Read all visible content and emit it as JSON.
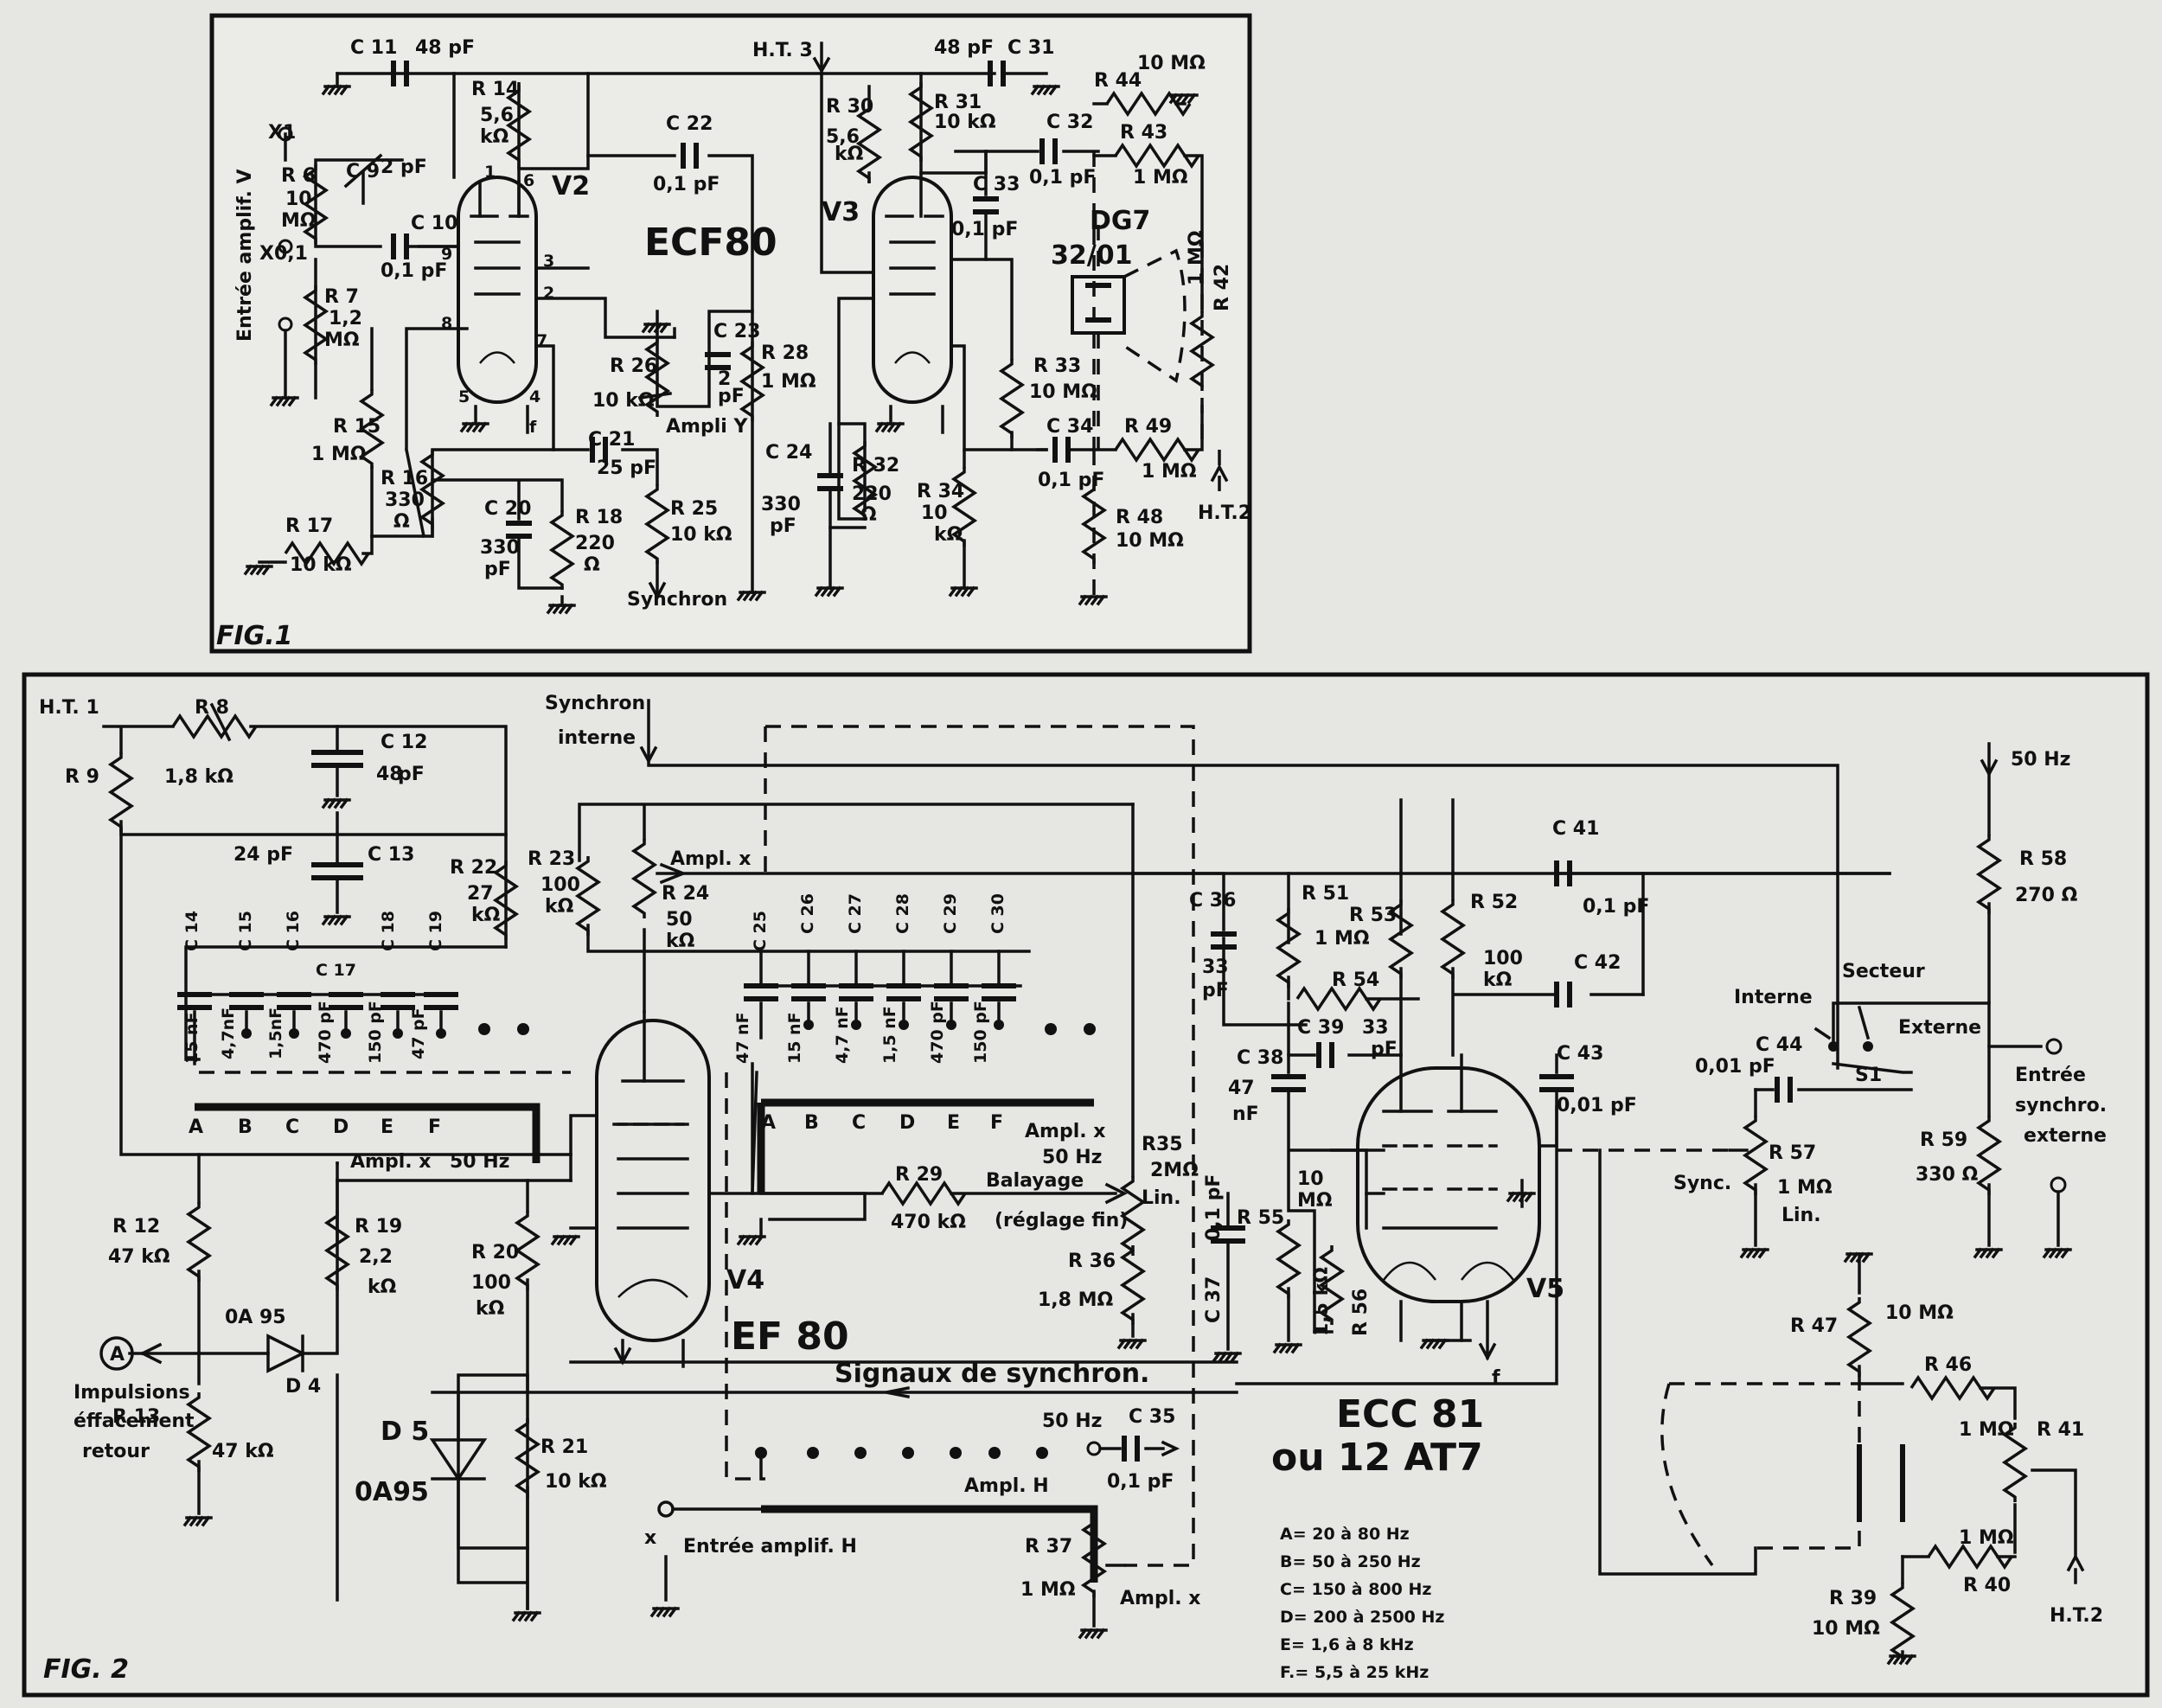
{
  "fig1": {
    "caption": "FIG.1",
    "tube_type": "ECF80",
    "crt_type": [
      "DG7",
      "32/01"
    ],
    "input_label": "Entrée amplif. V",
    "x1": "X1",
    "x01": "X0,1",
    "v2": "V2",
    "v3": "V3",
    "ht3": "H.T. 3",
    "ht2": "H.T.2",
    "ampli_y": "Ampli Y",
    "synchron": "Synchron",
    "components": [
      [
        "C 11",
        "48 pF"
      ],
      [
        "R 14",
        "5,6",
        "kΩ"
      ],
      [
        "C 22",
        "0,1 pF"
      ],
      [
        "48 pF",
        "C 31"
      ],
      [
        "R 30",
        "5,6",
        "kΩ"
      ],
      [
        "R 31",
        "10 kΩ"
      ],
      [
        "R 44",
        "10 MΩ"
      ],
      [
        "C 32",
        "0,1 pF"
      ],
      [
        "R 43",
        "1 MΩ"
      ],
      [
        "R 6",
        "10",
        "MΩ"
      ],
      [
        "C 9",
        "2 pF"
      ],
      [
        "C 10",
        "0,1 pF"
      ],
      [
        "C 33",
        "0,1 pF"
      ],
      [
        "R 7",
        "1,2",
        "MΩ"
      ],
      [
        "R 42",
        "1 MΩ"
      ],
      [
        "C 23",
        "2",
        "pF"
      ],
      [
        "R 28",
        "1 MΩ"
      ],
      [
        "R 26",
        "10 kΩ"
      ],
      [
        "R 33",
        "10 MΩ"
      ],
      [
        "C 34",
        "0,1 pF"
      ],
      [
        "R 15",
        "1 MΩ"
      ],
      [
        "C 21",
        "25 pF"
      ],
      [
        "C 24",
        "330",
        "pF"
      ],
      [
        "R 32",
        "220",
        "Ω"
      ],
      [
        "R 49",
        "1 MΩ"
      ],
      [
        "R 16",
        "330",
        "Ω"
      ],
      [
        "C 20",
        "330",
        "pF"
      ],
      [
        "R 18",
        "220",
        "Ω"
      ],
      [
        "R 25",
        "10 kΩ"
      ],
      [
        "R 34",
        "10",
        "kΩ"
      ],
      [
        "R 48",
        "10 MΩ"
      ],
      [
        "R 17",
        "10 kΩ"
      ]
    ],
    "pins": [
      "1",
      "6",
      "9",
      "3",
      "2",
      "8",
      "7",
      "5",
      "4",
      "f"
    ]
  },
  "fig2": {
    "caption": "FIG. 2",
    "v4_type": "EF 80",
    "v4": "V4",
    "v5_type": [
      "ECC 81",
      "ou 12 AT7"
    ],
    "v5": "V5",
    "ht1": "H.T. 1",
    "ht2": "H.T.2",
    "synchron_interne": [
      "Synchron",
      "interne"
    ],
    "signaux": "Signaux de synchron.",
    "balayage": [
      "Balayage",
      "(réglage fin)"
    ],
    "entree_h": "Entrée amplif. H",
    "entree_synchro": [
      "Entrée",
      "synchro.",
      "externe"
    ],
    "impulsions": [
      "Impulsions",
      "éffacement",
      "retour"
    ],
    "switch": {
      "interne": "Interne",
      "secteur": "Secteur",
      "externe": "Externe",
      "s1": "S1",
      "sync": "Sync.",
      "freq": "50 Hz"
    },
    "ranges": [
      "A= 20 à 80 Hz",
      "B= 50 à 250 Hz",
      "C= 150 à 800 Hz",
      "D= 200 à 2500 Hz",
      "E= 1,6 à 8 kHz",
      "F.= 5,5 à 25 kHz"
    ],
    "bus_letters": [
      "A",
      "B",
      "C",
      "D",
      "E",
      "F"
    ],
    "caps_left": [
      [
        "C 14",
        "15 nF"
      ],
      [
        "C 15",
        "4,7nF"
      ],
      [
        "C 16",
        "1,5nF"
      ],
      [
        "C 17",
        "470 pF"
      ],
      [
        "C 18",
        "150 pF"
      ],
      [
        "C 19",
        "47 pF"
      ]
    ],
    "caps_right": [
      [
        "C 25",
        "47 nF"
      ],
      [
        "C 26",
        "15 nF"
      ],
      [
        "C 27",
        "4,7 nF"
      ],
      [
        "C 28",
        "1,5 nF"
      ],
      [
        "C 29",
        "470 pF"
      ],
      [
        "C 30",
        "150 pF"
      ]
    ],
    "components": [
      [
        "R 8",
        "1,8 kΩ"
      ],
      [
        "R 9",
        ""
      ],
      [
        "C 12",
        "48",
        "pF"
      ],
      [
        "24 pF",
        "C 13"
      ],
      [
        "R 22",
        "27",
        "kΩ"
      ],
      [
        "R 23",
        "100",
        "kΩ"
      ],
      [
        "R 24",
        "50",
        "kΩ"
      ],
      [
        "Ampl. x",
        ""
      ],
      [
        "R 12",
        "47 kΩ"
      ],
      [
        "R 13",
        "47 kΩ"
      ],
      [
        "R 19",
        "2,2",
        "kΩ"
      ],
      [
        "0A 95",
        "D 4"
      ],
      [
        "R 20",
        "100",
        "kΩ"
      ],
      [
        "R 21",
        "10 kΩ"
      ],
      [
        "D 5",
        "0A95"
      ],
      [
        "R 29",
        "470 kΩ"
      ],
      [
        "R35",
        "2MΩ",
        "Lin."
      ],
      [
        "R 36",
        "1,8 MΩ"
      ],
      [
        "R 37",
        "1 MΩ"
      ],
      [
        "C 35",
        "0,1 pF"
      ],
      [
        "C 36",
        "33",
        "pF"
      ],
      [
        "R 51",
        "1 MΩ"
      ],
      [
        "R 53",
        ""
      ],
      [
        "R 52",
        "100",
        "kΩ"
      ],
      [
        "C 41",
        "0,1 pF"
      ],
      [
        "C 42",
        ""
      ],
      [
        "R 54",
        ""
      ],
      [
        "C 39",
        "33",
        "pF"
      ],
      [
        "C 38",
        "47",
        "nF"
      ],
      [
        "C 43",
        "0,01 pF"
      ],
      [
        "C 37",
        "0,1 pF"
      ],
      [
        "R 55",
        "10",
        "MΩ"
      ],
      [
        "R 56",
        "1,5 kΩ"
      ],
      [
        "R 58",
        "270 Ω"
      ],
      [
        "C 44",
        "0,01 pF"
      ],
      [
        "R 57",
        "1 MΩ",
        "Lin."
      ],
      [
        "R 59",
        "330 Ω"
      ],
      [
        "R 47",
        "10 MΩ"
      ],
      [
        "R 46",
        "1 MΩ"
      ],
      [
        "R 41",
        ""
      ],
      [
        "R 40",
        "1 MΩ"
      ],
      [
        "R 39",
        "10 MΩ"
      ]
    ],
    "misc": {
      "ampl_x_50": [
        "Ampl. x",
        "50 Hz"
      ],
      "ampl_h": "Ampl. H",
      "ampl_x": "Ampl. x",
      "f": "f",
      "x": "x",
      "a": "A",
      "hz50": "50 Hz"
    }
  }
}
